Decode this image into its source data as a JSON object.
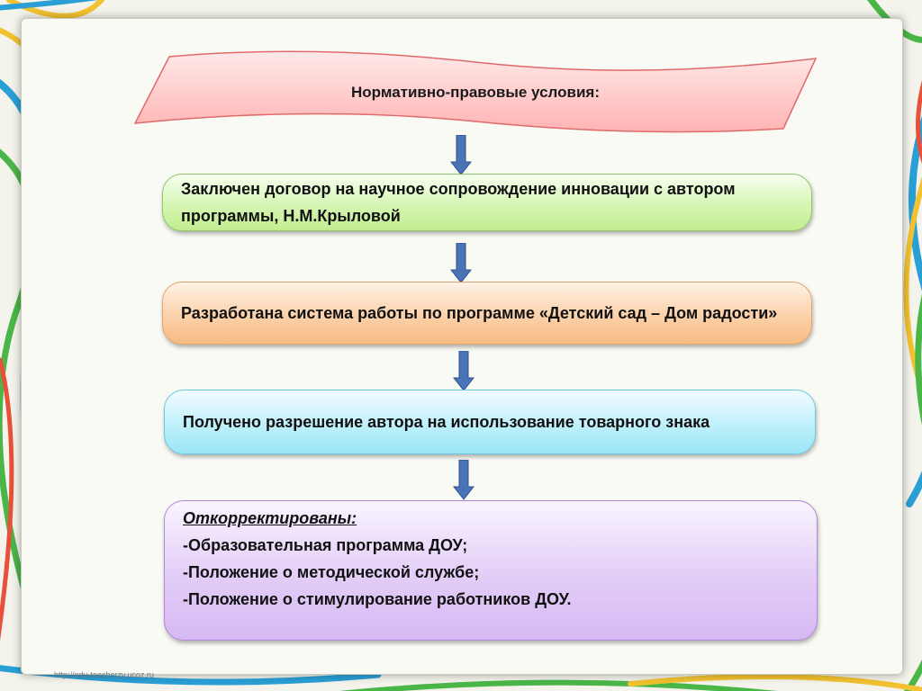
{
  "banner": {
    "title": "Нормативно-правовые условия:"
  },
  "steps": [
    {
      "text": "Заключен договор на научное сопровождение инновации с автором программы, Н.М.Крыловой"
    },
    {
      "text": "Разработана система работы по программе «Детский сад – Дом радости»"
    },
    {
      "text": "Получено  разрешение автора на использование товарного знака"
    }
  ],
  "final_box": {
    "heading": "Откорректированы:",
    "items": [
      "-Образовательная программа ДОУ;",
      "-Положение о методической службе;",
      "-Положение о стимулирование работников ДОУ."
    ]
  },
  "footer": {
    "url": "http://edu-teacherzv.ucoz.ru"
  },
  "colors": {
    "banner_fill": "#ffc9c9",
    "green_box": "#d6f5b4",
    "orange_box": "#fbd1aa",
    "blue_box": "#bff0fb",
    "purple_box": "#e2cdf7",
    "arrow": "#4a74b8"
  }
}
